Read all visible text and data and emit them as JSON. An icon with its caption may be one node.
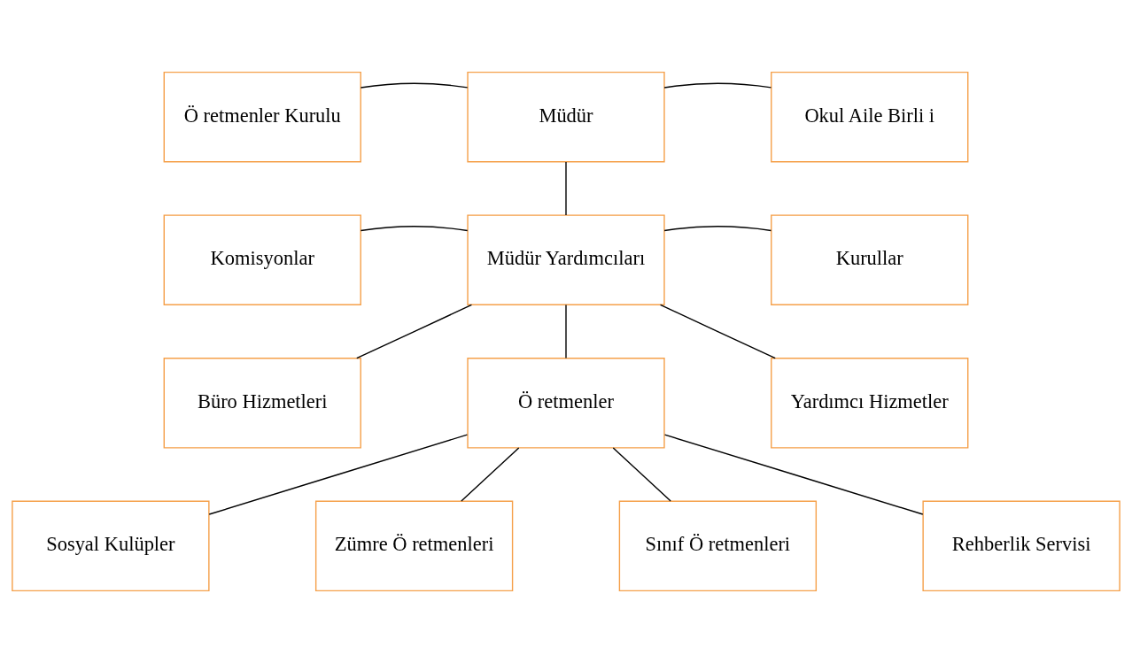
{
  "diagram": {
    "nodes": [
      {
        "text": [
          "Ö retmenler Kurulu"
        ]
      },
      {
        "text": [
          "Müdür"
        ]
      },
      {
        "text": [
          "Okul Aile Birli i"
        ]
      },
      {
        "text": [
          "Komisyonlar"
        ]
      },
      {
        "text": [
          "Müdür Yardımcıları"
        ]
      },
      {
        "text": [
          "Kurullar"
        ]
      },
      {
        "text": [
          "Büro Hizmetleri"
        ]
      },
      {
        "text": [
          "Ö retmenler"
        ]
      },
      {
        "text": [
          "Yardımcı Hizmetler"
        ]
      },
      {
        "text": [
          "Sosyal Kulüpler"
        ]
      },
      {
        "text": [
          "Zümre Ö retmenleri"
        ]
      },
      {
        "text": [
          "Sınıf Ö retmenleri"
        ]
      },
      {
        "text": [
          "Rehberlik Servisi"
        ]
      }
    ],
    "edges": [
      {
        "from": 0,
        "to": 1,
        "arrow": "none"
      },
      {
        "from": 1,
        "to": 2,
        "arrow": "none"
      },
      {
        "from": 1,
        "to": 4,
        "arrow": "none"
      },
      {
        "from": 3,
        "to": 4,
        "arrow": "none"
      },
      {
        "from": 4,
        "to": 5,
        "arrow": "none"
      },
      {
        "from": 4,
        "to": 6,
        "arrow": "none"
      },
      {
        "from": 4,
        "to": 7,
        "arrow": "none"
      },
      {
        "from": 4,
        "to": 8,
        "arrow": "none"
      },
      {
        "from": 7,
        "to": 9,
        "arrow": "none"
      },
      {
        "from": 7,
        "to": 10,
        "arrow": "none"
      },
      {
        "from": 7,
        "to": 11,
        "arrow": "none"
      },
      {
        "from": 7,
        "to": 12,
        "arrow": "none"
      }
    ]
  }
}
